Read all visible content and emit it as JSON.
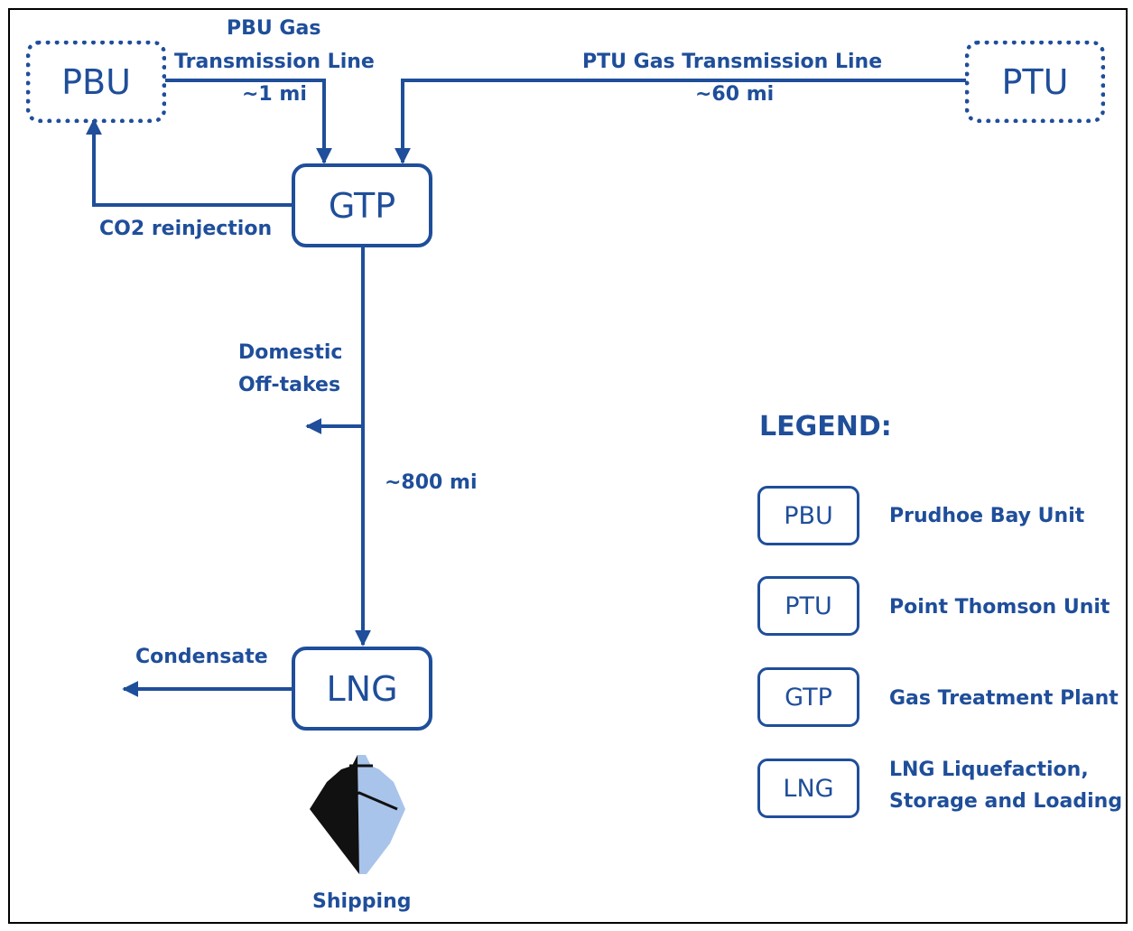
{
  "nodes": {
    "pbu": "PBU",
    "ptu": "PTU",
    "gtp": "GTP",
    "lng": "LNG"
  },
  "labels": {
    "pbu_line_1": "PBU Gas",
    "pbu_line_2": "Transmission Line",
    "pbu_line_3": "~1 mi",
    "ptu_line_1": "PTU Gas Transmission Line",
    "ptu_line_2": "~60 mi",
    "co2": "CO2 reinjection",
    "domestic_1": "Domestic",
    "domestic_2": "Off-takes",
    "distance": "~800 mi",
    "condensate": "Condensate",
    "shipping": "Shipping"
  },
  "legend": {
    "title": "LEGEND:",
    "items": [
      {
        "code": "PBU",
        "desc": "Prudhoe Bay Unit"
      },
      {
        "code": "PTU",
        "desc": "Point Thomson Unit"
      },
      {
        "code": "GTP",
        "desc": "Gas Treatment Plant"
      },
      {
        "code": "LNG",
        "desc_1": "LNG Liquefaction,",
        "desc_2": "Storage and Loading"
      }
    ]
  },
  "colors": {
    "accent": "#1f4e9a",
    "ship_light": "#a9c4ea",
    "ship_dark": "#111111"
  },
  "icons": [
    "ship-icon"
  ]
}
